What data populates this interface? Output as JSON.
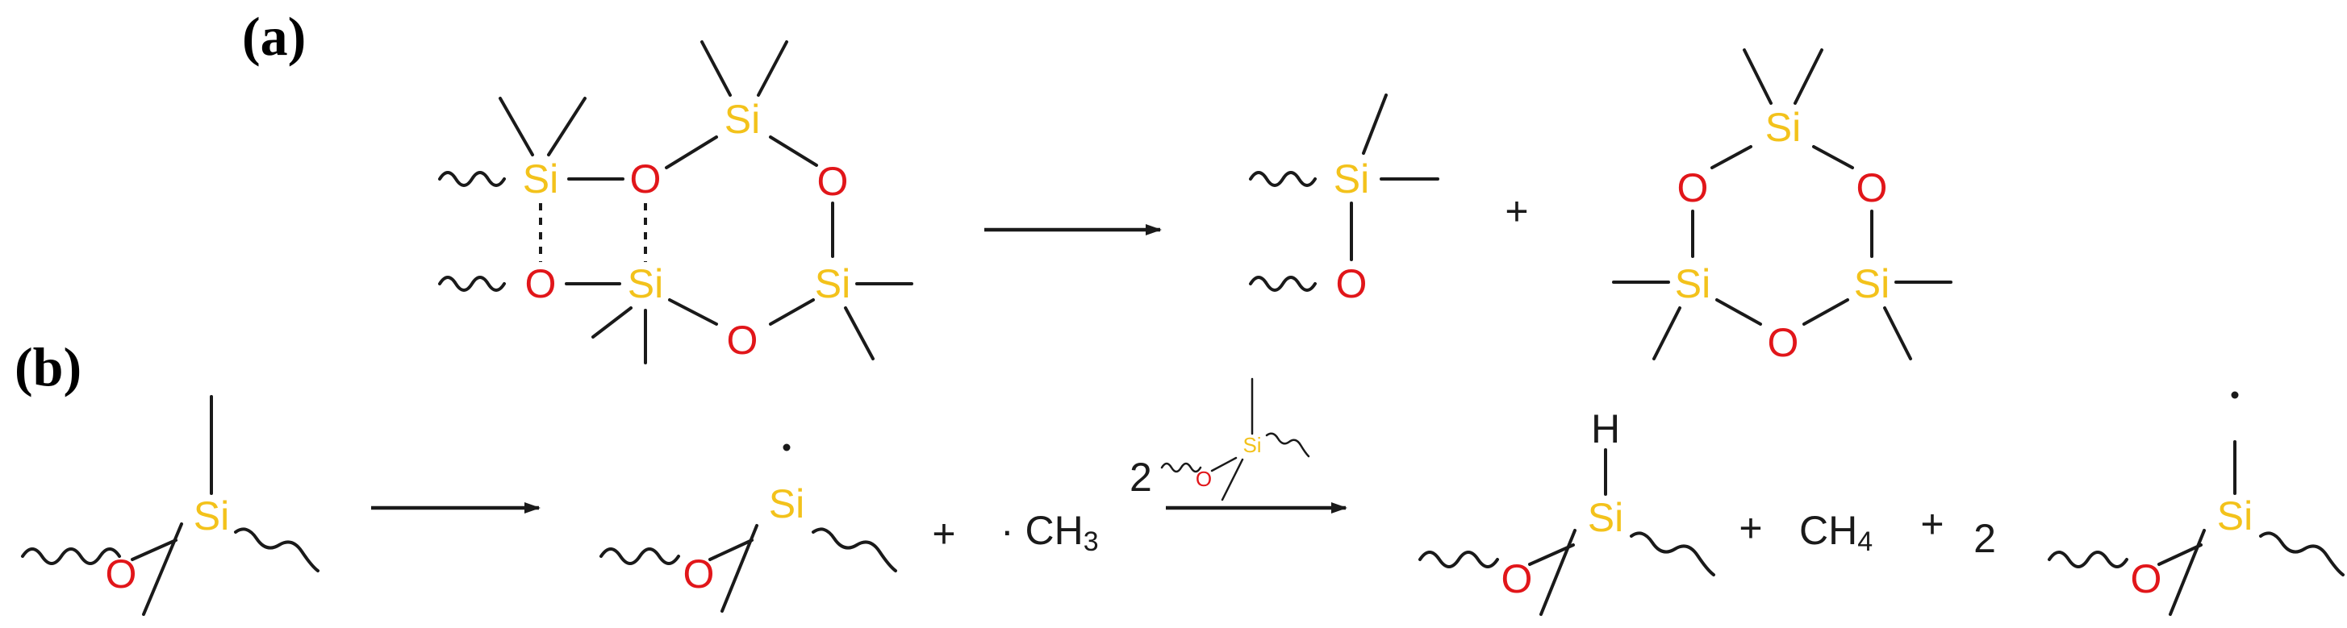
{
  "panels": {
    "a": {
      "label": "(a)"
    },
    "b": {
      "label": "(b)"
    }
  },
  "atoms": {
    "si": "Si",
    "o": "O",
    "h": "H"
  },
  "colors": {
    "silicon": "#f3c21b",
    "oxygen": "#e1161a",
    "bond": "#1a1a1a"
  },
  "text": {
    "plus": "+",
    "methyl": "· CH",
    "methyl_sub": "3",
    "methane": "CH",
    "methane_sub": "4",
    "coef_two": "2",
    "coef_two_small": "2"
  }
}
